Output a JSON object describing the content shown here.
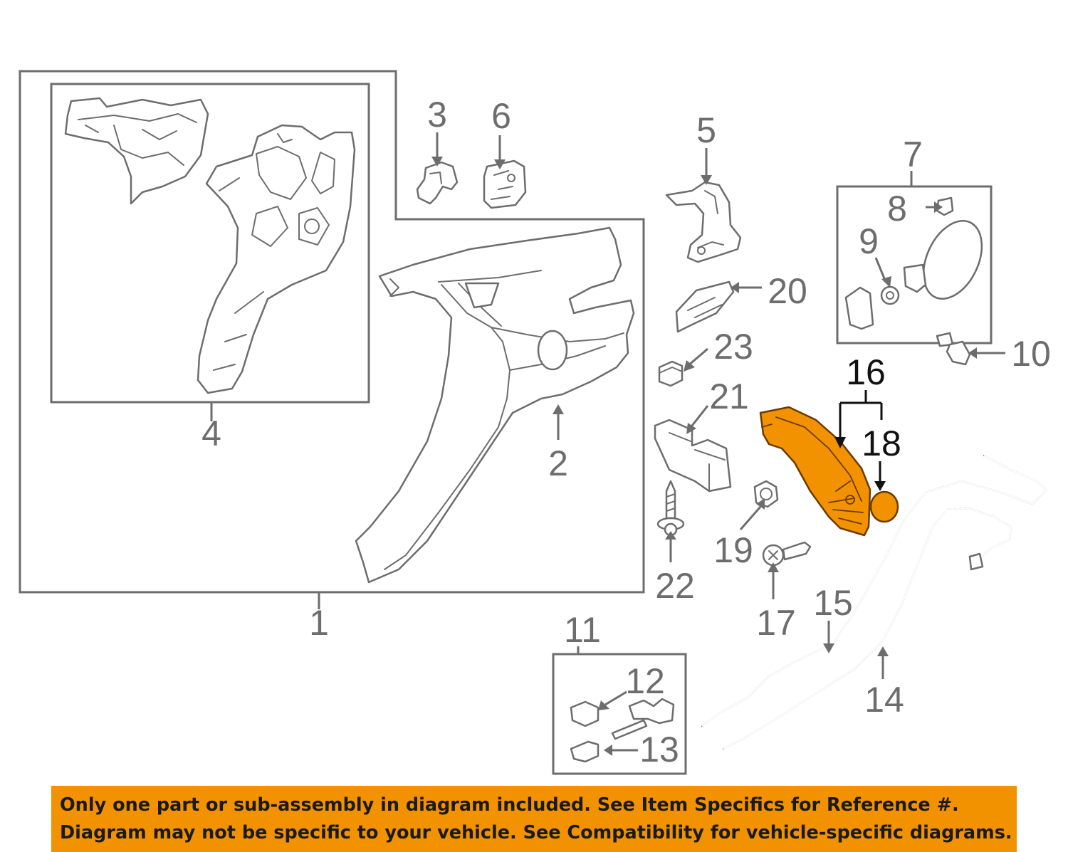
{
  "callouts": {
    "c1": "1",
    "c2": "2",
    "c3": "3",
    "c4": "4",
    "c5": "5",
    "c6": "6",
    "c7": "7",
    "c8": "8",
    "c9": "9",
    "c10": "10",
    "c11": "11",
    "c12": "12",
    "c13": "13",
    "c14": "14",
    "c15": "15",
    "c16": "16",
    "c17": "17",
    "c18": "18",
    "c19": "19",
    "c20": "20",
    "c21": "21",
    "c22": "22",
    "c23": "23"
  },
  "disclaimer": {
    "line1": "Only one part or sub-assembly in diagram included. See Item Specifics for Reference #.",
    "line2": "Diagram may not be specific to your vehicle. See Compatibility for vehicle-specific diagrams."
  },
  "colors": {
    "highlight": "#f39200",
    "banner": "#f39200",
    "line": "#6d6d6d"
  }
}
